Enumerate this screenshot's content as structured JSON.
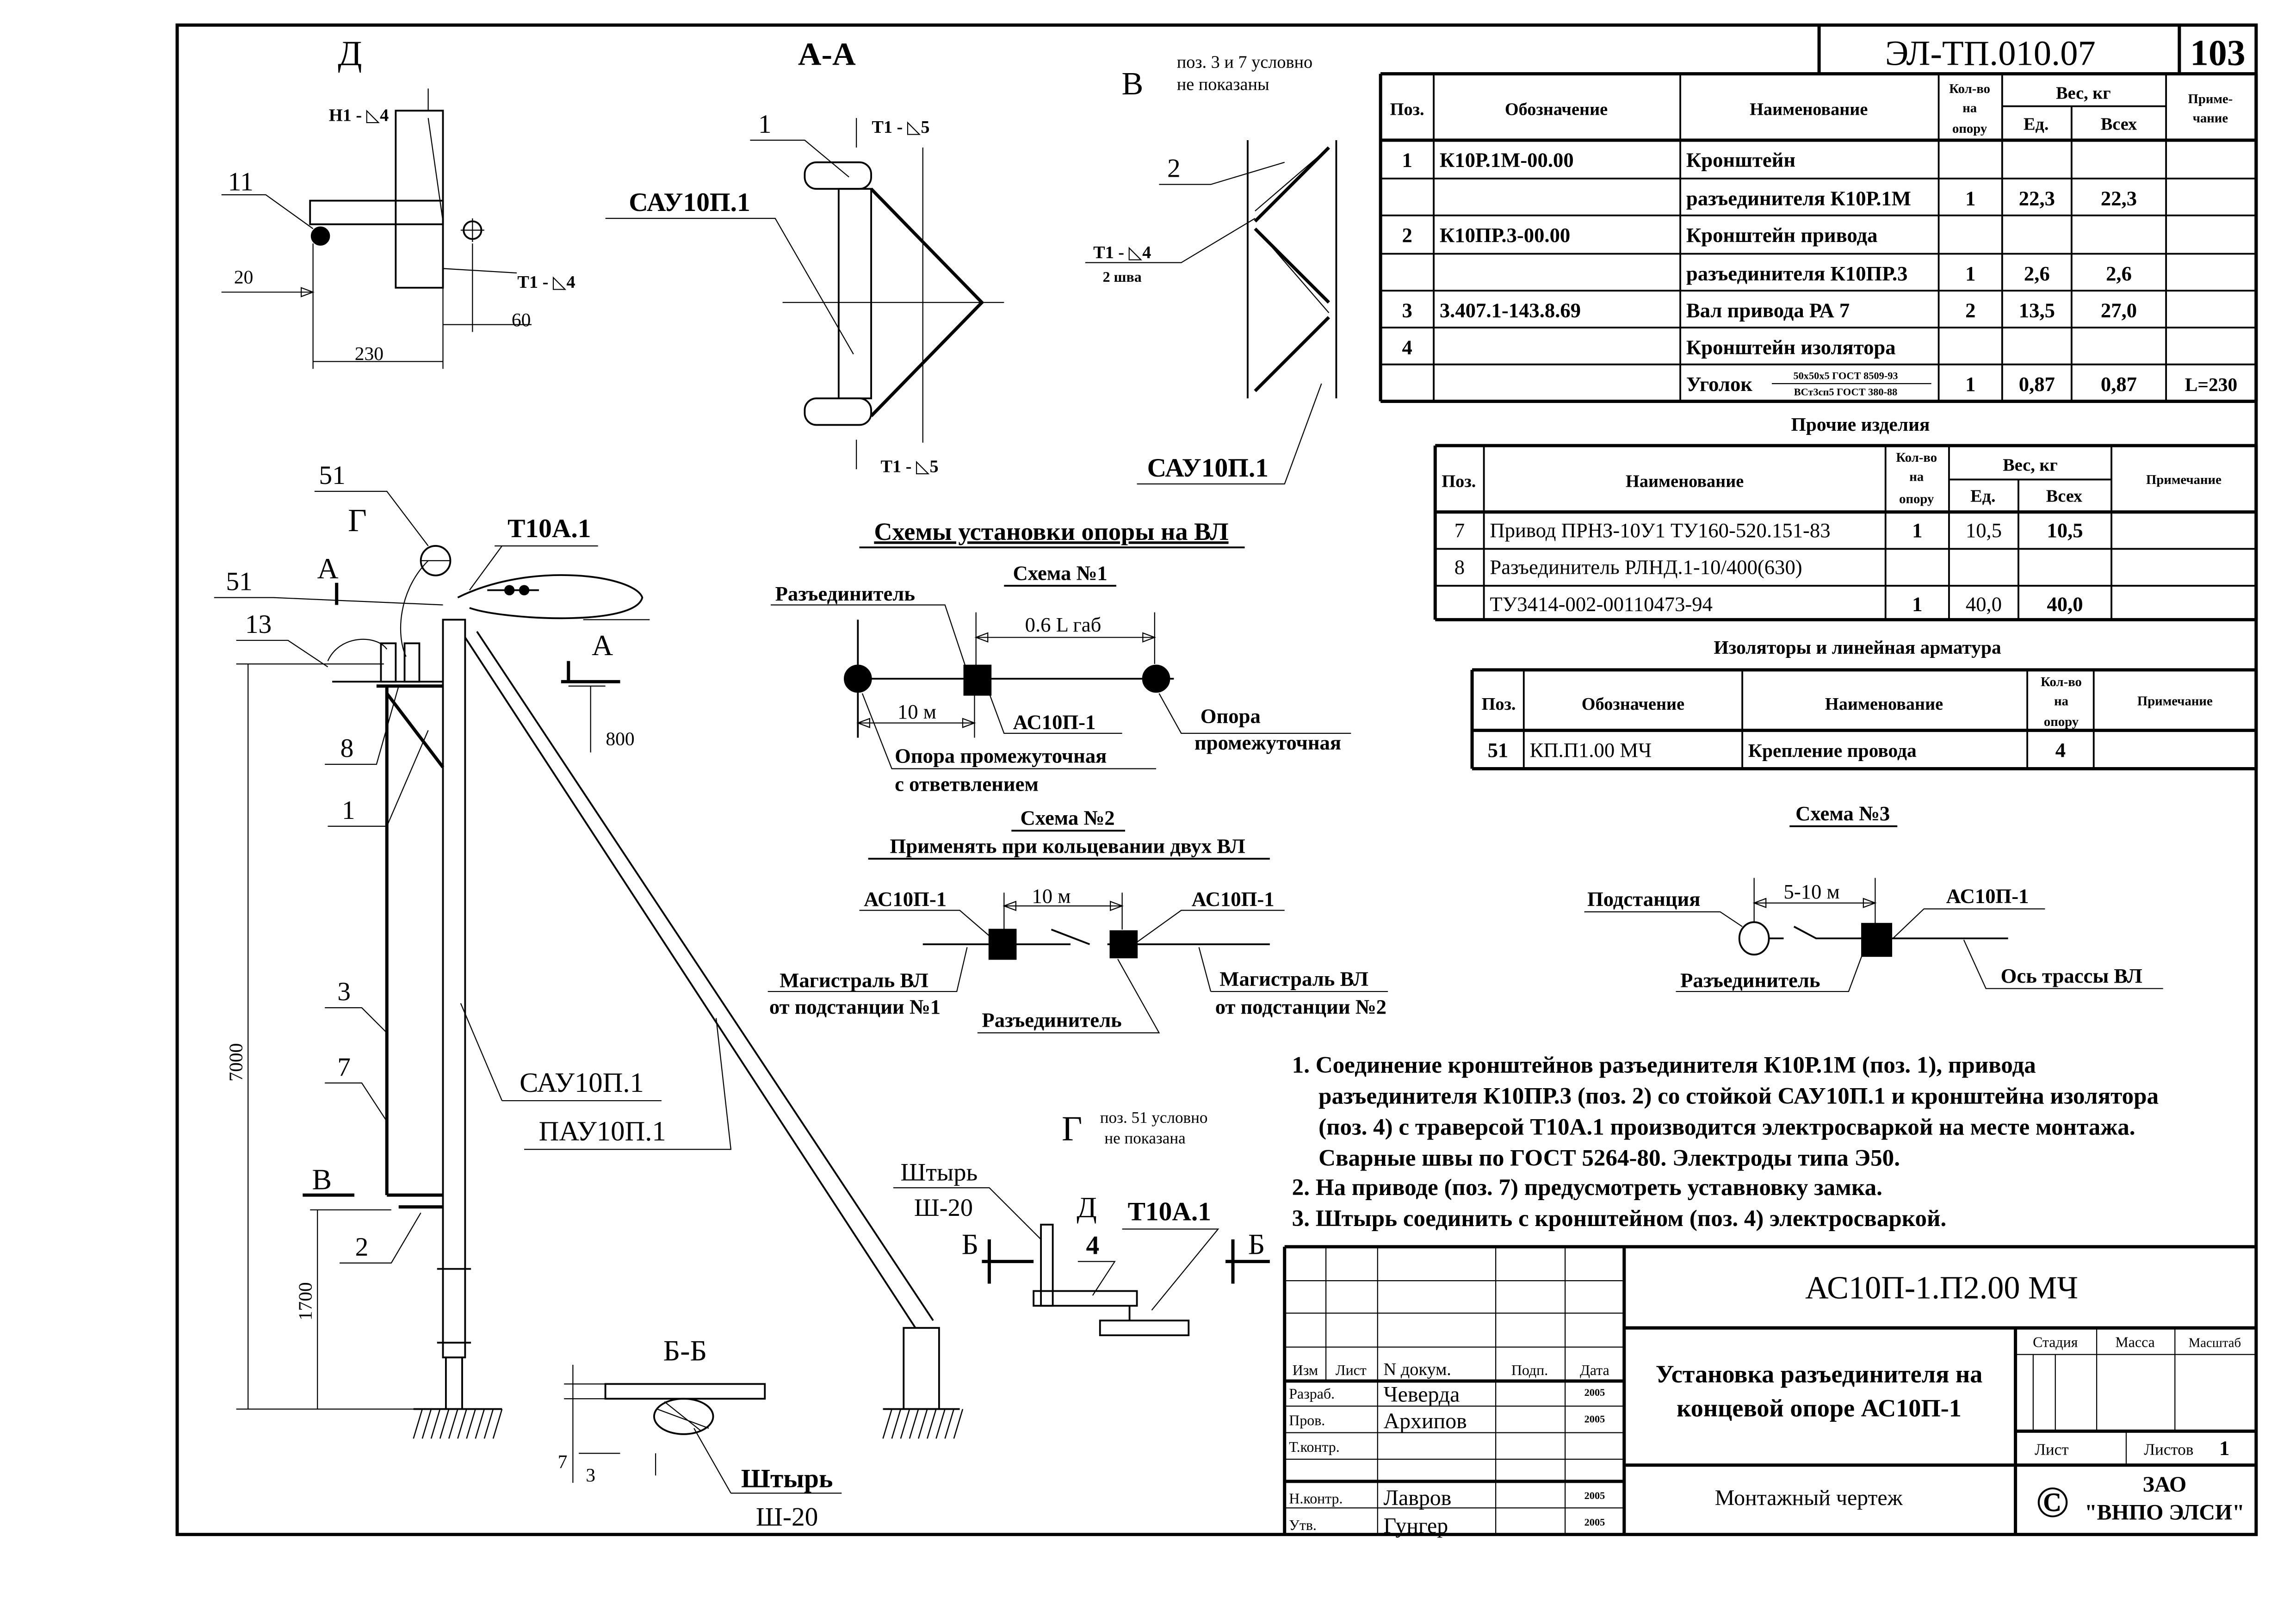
{
  "sheet": {
    "code": "ЭЛ-ТП.010.07",
    "page": "103"
  },
  "spec_table": {
    "headers": {
      "pos": "Поз.",
      "designation": "Обозначение",
      "name": "Наименование",
      "qty": [
        "Кол-во",
        "на",
        "опору"
      ],
      "weight": "Вес, кг",
      "unit": "Ед.",
      "total": "Всех",
      "note": [
        "Приме-",
        "чание"
      ]
    },
    "rows": [
      [
        "1",
        "К10Р.1М-00.00",
        "Кронштейн",
        "",
        "",
        "",
        ""
      ],
      [
        "",
        "",
        "разъединителя К10Р.1М",
        "1",
        "22,3",
        "22,3",
        ""
      ],
      [
        "2",
        "К10ПР.3-00.00",
        "Кронштейн привода",
        "",
        "",
        "",
        ""
      ],
      [
        "",
        "",
        "разъединителя К10ПР.3",
        "1",
        "2,6",
        "2,6",
        ""
      ],
      [
        "3",
        "3.407.1-143.8.69",
        "Вал привода РА 7",
        "2",
        "13,5",
        "27,0",
        ""
      ],
      [
        "4",
        "",
        "Кронштейн изолятора",
        "",
        "",
        "",
        ""
      ],
      [
        "",
        "",
        "Уголок",
        "1",
        "0,87",
        "0,87",
        "L=230"
      ]
    ],
    "angle_spec": [
      "50x50x5 ГОСТ 8509-93",
      "ВСт3сп5 ГОСТ 380-88"
    ]
  },
  "other_items": {
    "title": "Прочие изделия",
    "headers": {
      "pos": "Поз.",
      "name": "Наименование",
      "qty": [
        "Кол-во",
        "на",
        "опору"
      ],
      "weight": "Вес, кг",
      "unit": "Ед.",
      "total": "Всех",
      "note": "Примечание"
    },
    "rows": [
      [
        "7",
        "Привод ПРНЗ-10У1 ТУ160-520.151-83",
        "1",
        "10,5",
        "10,5",
        ""
      ],
      [
        "8",
        "Разъединитель РЛНД.1-10/400(630)",
        "",
        "",
        "",
        ""
      ],
      [
        "",
        "ТУ3414-002-00110473-94",
        "1",
        "40,0",
        "40,0",
        ""
      ]
    ]
  },
  "insulators": {
    "title": "Изоляторы и линейная арматура",
    "headers": {
      "pos": "Поз.",
      "designation": "Обозначение",
      "name": "Наименование",
      "qty": [
        "Кол-во",
        "на",
        "опору"
      ],
      "note": "Примечание"
    },
    "rows": [
      [
        "51",
        "КП.П1.00 МЧ",
        "Крепление провода",
        "4",
        ""
      ]
    ]
  },
  "schemes": {
    "title": "Схемы установки опоры на ВЛ",
    "scheme1": {
      "title": "Схема №1",
      "disconnector": "Разъединитель",
      "span": "0.6 L габ",
      "distance": "10 м",
      "device": "АС10П-1",
      "pole": "Опора",
      "pole2": "промежуточная",
      "branch_pole": [
        "Опора промежуточная",
        "с ответвлением"
      ]
    },
    "scheme2": {
      "title": "Схема №2",
      "subtitle": "Применять при кольцевании двух ВЛ",
      "device_left": "АС10П-1",
      "device_right": "АС10П-1",
      "distance": "10 м",
      "line_left": [
        "Магистраль ВЛ",
        "от подстанции №1"
      ],
      "line_right": [
        "Магистраль ВЛ",
        "от подстанции №2"
      ],
      "disconnector": "Разъединитель"
    },
    "scheme3": {
      "title": "Схема №3",
      "substation": "Подстанция",
      "distance": "5-10 м",
      "device": "АС10П-1",
      "disconnector": "Разъединитель",
      "axis": "Ось трассы ВЛ"
    }
  },
  "notes": [
    "1. Соединение кронштейнов разъединителя К10Р.1М (поз. 1), привода",
    "разъединителя К10ПР.3 (поз. 2) со стойкой САУ10П.1 и кронштейна изолятора",
    "(поз. 4) с траверсой Т10А.1 производится электросваркой на месте монтажа.",
    "Сварные швы по ГОСТ 5264-80. Электроды типа Э50.",
    "2. На приводе (поз. 7) предусмотреть уставновку замка.",
    "3. Штырь соединить с кронштейном (поз. 4) электросваркой."
  ],
  "views": {
    "view_d": {
      "label": "Д",
      "weld_top": "Н1 - ◺4",
      "weld_bottom": "Т1 - ◺4",
      "pos": "11",
      "dim_20": "20",
      "dim_60": "60",
      "dim_230": "230"
    },
    "view_aa": {
      "label": "А-А",
      "pos": "1",
      "weld_top": "Т1 - ◺5",
      "weld_bottom": "Т1 - ◺5",
      "post": "САУ10П.1"
    },
    "view_v": {
      "label": "В",
      "note": [
        "поз. 3 и 7 условно",
        "не показаны"
      ],
      "pos": "2",
      "weld": "Т1 - ◺4",
      "welds": "2 шва",
      "post": "САУ10П.1"
    },
    "main": {
      "pos_51a": "51",
      "g": "Г",
      "traverse": "Т10А.1",
      "pos_51b": "51",
      "a_left": "А",
      "pos_13": "13",
      "a_right": "А",
      "dim_800": "800",
      "pos_8": "8",
      "pos_1": "1",
      "pos_3": "3",
      "pos_7": "7",
      "v": "В",
      "pos_2": "2",
      "dim_7000": "7000",
      "dim_1700": "1700",
      "post": "САУ10П.1",
      "strut": "ПАУ10П.1"
    },
    "view_g": {
      "label": "Г",
      "note": [
        "поз. 51 условно",
        "не показана"
      ],
      "pin": "Штырь",
      "pin_type": "Ш-20",
      "d": "Д",
      "traverse": "Т10А.1",
      "pos": "4",
      "b_left": "Б",
      "b_right": "Б"
    },
    "view_bb": {
      "label": "Б-Б",
      "dim_7": "7",
      "dim_3": "3",
      "pin": "Штырь",
      "pin_type": "Ш-20"
    }
  },
  "title_block": {
    "doc_code": "АС10П-1.П2.00 МЧ",
    "title": [
      "Установка разъединителя на",
      "концевой опоре АС10П-1"
    ],
    "doc_type": "Монтажный чертеж",
    "cols": {
      "izm": "Изм",
      "list": "Лист",
      "doc": "N докум.",
      "sign": "Подп.",
      "date": "Дата"
    },
    "roles": [
      {
        "role": "Разраб.",
        "name": "Чеверда",
        "date": "2005"
      },
      {
        "role": "Пров.",
        "name": "Архипов",
        "date": "2005"
      },
      {
        "role": "Т.контр.",
        "name": "",
        "date": ""
      },
      {
        "role": "Н.контр.",
        "name": "Лавров",
        "date": "2005"
      },
      {
        "role": "Утв.",
        "name": "Гунгер",
        "date": "2005"
      }
    ],
    "stage": "Стадия",
    "mass": "Масса",
    "scale": "Масштаб",
    "sheet": "Лист",
    "sheets": "Листов",
    "sheets_count": "1",
    "company": [
      "ЗАО",
      "\"ВНПО ЭЛСИ\""
    ],
    "copyright": "©"
  }
}
